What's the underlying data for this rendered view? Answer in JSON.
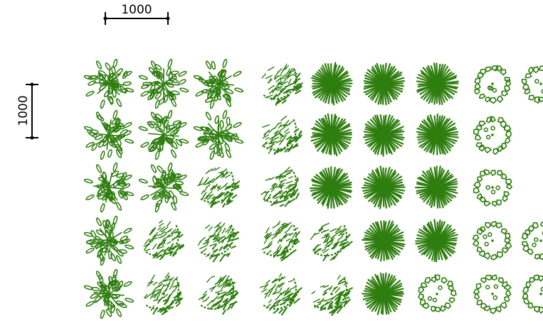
{
  "dimension_horizontal": {
    "label": "1000"
  },
  "dimension_vertical": {
    "label": "1000"
  },
  "colors": {
    "symbol": "#2e7d0e",
    "dimension": "#000000"
  },
  "symbol_types": {
    "A": "leafy-tree-symbol",
    "B": "hatched-shrub-symbol",
    "C": "spiky-conifer-symbol",
    "D": "cobble-ring-symbol"
  },
  "grid": {
    "rows": [
      [
        "A",
        "A",
        "A",
        "B",
        "C",
        "C",
        "C",
        "D",
        "D"
      ],
      [
        "A",
        "A",
        "A",
        "B",
        "C",
        "C",
        "C",
        "D",
        ""
      ],
      [
        "A",
        "A",
        "B",
        "B",
        "C",
        "C",
        "C",
        "D",
        ""
      ],
      [
        "A",
        "B",
        "B",
        "B",
        "B",
        "C",
        "C",
        "D",
        "D"
      ],
      [
        "A",
        "B",
        "B",
        "B",
        "B",
        "C",
        "D",
        "D",
        "D"
      ]
    ]
  }
}
